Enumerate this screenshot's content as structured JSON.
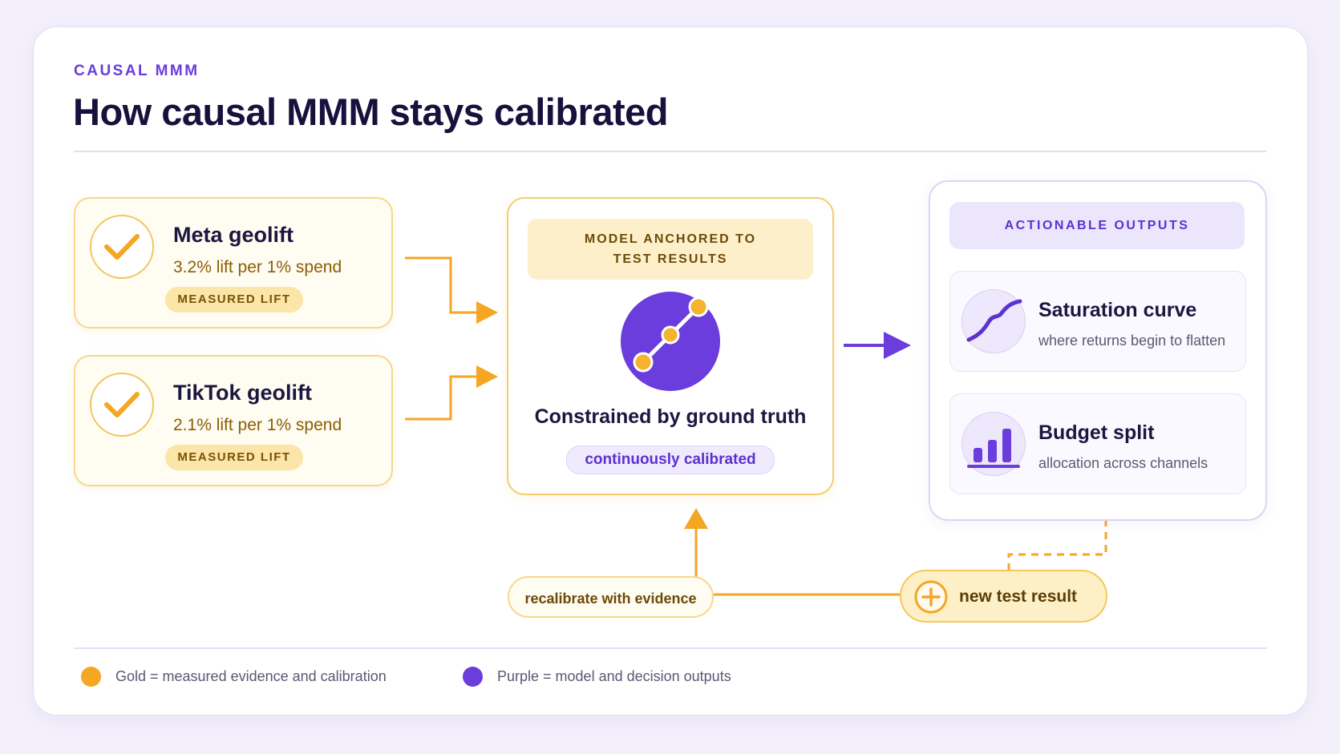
{
  "header": {
    "eyebrow": "CAUSAL MMM",
    "title": "How causal MMM stays calibrated"
  },
  "sources": [
    {
      "title": "Meta geolift",
      "lift": "3.2% lift per 1% spend",
      "badge": "MEASURED LIFT",
      "icon": "check-icon"
    },
    {
      "title": "TikTok geolift",
      "lift": "2.1% lift per 1% spend",
      "badge": "MEASURED LIFT",
      "icon": "check-icon"
    }
  ],
  "model": {
    "header_line1": "MODEL ANCHORED TO",
    "header_line2": "TEST RESULTS",
    "title": "Constrained by ground truth",
    "pill": "continuously calibrated",
    "icon": "trend-line-icon"
  },
  "outputs": {
    "header": "ACTIONABLE OUTPUTS",
    "items": [
      {
        "title": "Saturation curve",
        "subtitle": "where returns begin to flatten",
        "icon": "saturation-curve-icon"
      },
      {
        "title": "Budget split",
        "subtitle": "allocation across channels",
        "icon": "bar-chart-icon"
      }
    ]
  },
  "feedback": {
    "recalibrate": "recalibrate with evidence",
    "new_test": "new test result",
    "new_test_icon": "plus-icon"
  },
  "legend": [
    {
      "label": "Gold = measured evidence and calibration",
      "color": "#f5a623"
    },
    {
      "label": "Purple = model and decision outputs",
      "color": "#6a3ddc"
    }
  ],
  "colors": {
    "gold": "#f5a623",
    "purple": "#6a3ddc",
    "ink": "#16123d"
  }
}
